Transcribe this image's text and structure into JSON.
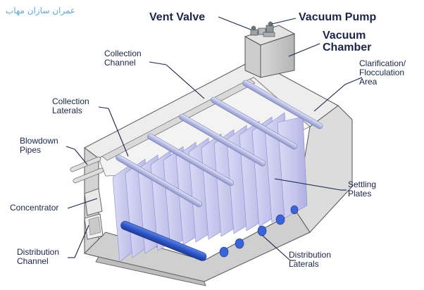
{
  "watermark": "عمران سازان مهاب",
  "labels": {
    "vent_valve": "Vent Valve",
    "vacuum_pump": "Vacuum Pump",
    "vacuum_chamber_line1": "Vacuum",
    "vacuum_chamber_line2": "Chamber",
    "collection_channel_line1": "Collection",
    "collection_channel_line2": "Channel",
    "clarification_line1": "Clarification/",
    "clarification_line2": "Flocculation",
    "clarification_line3": "Area",
    "collection_laterals_line1": "Collection",
    "collection_laterals_line2": "Laterals",
    "blowdown_line1": "Blowdown",
    "blowdown_line2": "Pipes",
    "settling_line1": "Settling",
    "settling_line2": "Plates",
    "concentrator": "Concentrator",
    "distribution_channel_line1": "Distribution",
    "distribution_channel_line2": "Channel",
    "distribution_laterals_line1": "Distribution",
    "distribution_laterals_line2": "Laterals"
  },
  "colors": {
    "text": "#1c2448",
    "watermark": "#5fa8d8",
    "plate": "#c9c9ee",
    "pipe_blue": "#2f57c9",
    "concrete": "#e6e6e6"
  }
}
